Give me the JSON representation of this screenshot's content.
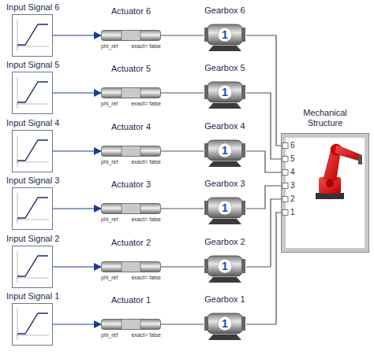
{
  "diagram": {
    "nodes": [
      {
        "text": [
          "Input Signal 6"
        ]
      },
      {
        "text": [
          "Actuator 6",
          "phi_ref",
          "exact= false"
        ]
      },
      {
        "text": [
          "Gearbox 6",
          "1"
        ]
      },
      {
        "text": [
          "Input Signal 5"
        ]
      },
      {
        "text": [
          "Actuator 5",
          "phi_ref",
          "exact= false"
        ]
      },
      {
        "text": [
          "Gearbox 5",
          "1"
        ]
      },
      {
        "text": [
          "Input Signal 4"
        ]
      },
      {
        "text": [
          "Actuator 4",
          "phi_ref",
          "exact= false"
        ]
      },
      {
        "text": [
          "Gearbox 4",
          "1"
        ]
      },
      {
        "text": [
          "Input Signal 3"
        ]
      },
      {
        "text": [
          "Actuator 3",
          "phi_ref",
          "exact= false"
        ]
      },
      {
        "text": [
          "Gearbox 3",
          "1"
        ]
      },
      {
        "text": [
          "Input Signal 2"
        ]
      },
      {
        "text": [
          "Actuator 2",
          "phi_ref",
          "exact= false"
        ]
      },
      {
        "text": [
          "Gearbox 2",
          "1"
        ]
      },
      {
        "text": [
          "Input Signal 1"
        ]
      },
      {
        "text": [
          "Actuator 1",
          "phi_ref",
          "exact= false"
        ]
      },
      {
        "text": [
          "Gearbox 1",
          "1"
        ]
      },
      {
        "text": [
          "Mechanical Structure"
        ]
      }
    ],
    "edges": [
      {
        "from": 0,
        "to": 1,
        "arrow": "to"
      },
      {
        "from": 1,
        "to": 2,
        "arrow": "none"
      },
      {
        "from": 2,
        "to": 18,
        "arrow": "none"
      },
      {
        "from": 3,
        "to": 4,
        "arrow": "to"
      },
      {
        "from": 4,
        "to": 5,
        "arrow": "none"
      },
      {
        "from": 5,
        "to": 18,
        "arrow": "none"
      },
      {
        "from": 6,
        "to": 7,
        "arrow": "to"
      },
      {
        "from": 7,
        "to": 8,
        "arrow": "none"
      },
      {
        "from": 8,
        "to": 18,
        "arrow": "none"
      },
      {
        "from": 9,
        "to": 10,
        "arrow": "to"
      },
      {
        "from": 10,
        "to": 11,
        "arrow": "none"
      },
      {
        "from": 11,
        "to": 18,
        "arrow": "none"
      },
      {
        "from": 12,
        "to": 13,
        "arrow": "to"
      },
      {
        "from": 13,
        "to": 14,
        "arrow": "none"
      },
      {
        "from": 14,
        "to": 18,
        "arrow": "none"
      },
      {
        "from": 15,
        "to": 16,
        "arrow": "to"
      },
      {
        "from": 16,
        "to": 17,
        "arrow": "none"
      },
      {
        "from": 17,
        "to": 18,
        "arrow": "none"
      }
    ],
    "labels": [
      "6",
      "5",
      "4",
      "3",
      "2",
      "1"
    ]
  }
}
